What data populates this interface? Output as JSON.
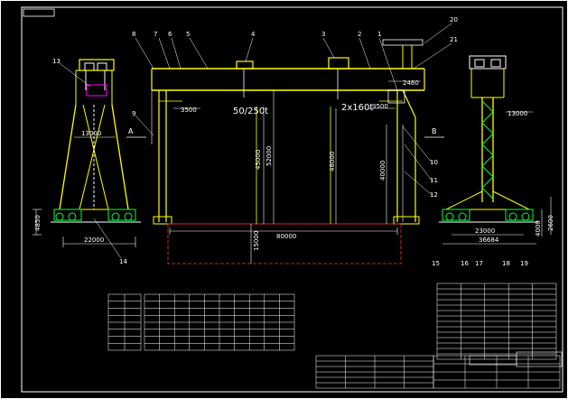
{
  "colors": {
    "background": "#000000",
    "frame": "#ffffff",
    "crane": "#ffff00",
    "dimension": "#ffffff",
    "rail": "#ff3030",
    "wheels": "#00ff40",
    "hook": "#ff00ff",
    "table": "#ffffff",
    "table_text": "#a0c8ff"
  },
  "icons": {
    "arrow": "chevron-right-icon"
  },
  "section_labels": {
    "a": "A",
    "b": "B"
  },
  "dimensions": {
    "span": "80000",
    "hook_height_left": "45000",
    "hook_height_right": "48000",
    "leg_height": "52000",
    "leg_height_right": "40000",
    "left_offset": "3500",
    "right_offset": "3500",
    "rail_gap": "15000",
    "base_left": "22000",
    "base_right": "23000",
    "base_right_total": "36684",
    "side_width_left": "13000",
    "side_width_right": "13000",
    "left_base_height": "4850",
    "right_base_height": "4000",
    "right_small": "2600",
    "cab_dim": "2460",
    "hoist_left": "50/250t",
    "hoist_right": "2x160t"
  },
  "callouts": [
    "1",
    "2",
    "3",
    "4",
    "5",
    "6",
    "7",
    "8",
    "9",
    "10",
    "11",
    "12",
    "13",
    "14",
    "15",
    "16",
    "17",
    "18",
    "19",
    "20",
    "21"
  ],
  "table_left_title": "",
  "table_mid_title": "",
  "title_block_name": "",
  "title_block_id": ""
}
